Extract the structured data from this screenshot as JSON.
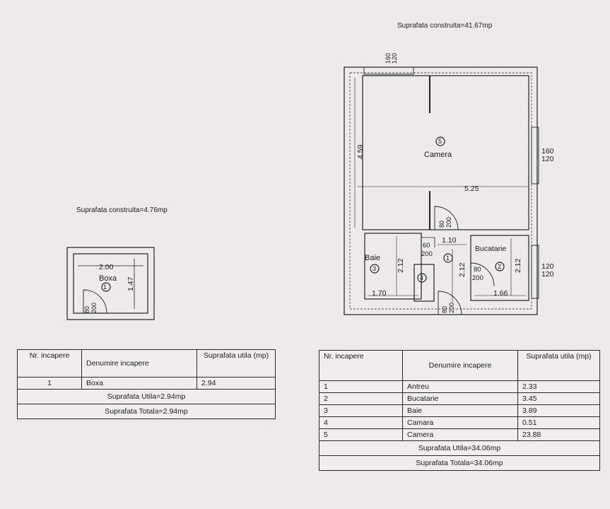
{
  "boxa": {
    "area_label": "Suprafata construita=4.76mp",
    "width_dim": "2.00",
    "height_dim": "1.47",
    "name": "Boxa",
    "number": "1",
    "door_w": "80",
    "door_h": "200"
  },
  "apartment": {
    "area_label": "Suprafata construita=41.67mp",
    "top_window": [
      "160",
      "120"
    ],
    "right_window_1": [
      "160",
      "120"
    ],
    "right_window_2": [
      "120",
      "120"
    ],
    "camera": {
      "number": "5",
      "name": "Camera",
      "width_dim": "5.25",
      "height_dim": "4.59"
    },
    "camera_door": [
      "80",
      "200"
    ],
    "antreu": {
      "number": "1",
      "width_dim": "1.10",
      "height_dim": "2.12"
    },
    "baie": {
      "number": "3",
      "name": "Baie",
      "width_dim": "1.70",
      "height_dim": "2.12",
      "door": [
        "60",
        "200"
      ]
    },
    "camara": {
      "number": "4"
    },
    "bucatarie": {
      "number": "2",
      "name": "Bucatarie",
      "width_dim": "1.66",
      "height_dim": "2.12",
      "door": [
        "80",
        "200"
      ]
    },
    "entry_door": [
      "80",
      "200"
    ]
  },
  "table_left": {
    "headers": [
      "Nr. incapere",
      "Denumire incapere",
      "Suprafata utila (mp)"
    ],
    "rows": [
      {
        "nr": "1",
        "name": "Boxa",
        "area": "2.94"
      }
    ],
    "utila": "Suprafata Utila=2.94mp",
    "totala": "Suprafata Totala=2.94mp"
  },
  "table_right": {
    "headers": [
      "Nr. incapere",
      "Denumire incapere",
      "Suprafata utila (mp)"
    ],
    "rows": [
      {
        "nr": "1",
        "name": "Antreu",
        "area": "2.33"
      },
      {
        "nr": "2",
        "name": "Bucatarie",
        "area": "3.45"
      },
      {
        "nr": "3",
        "name": "Baie",
        "area": "3.89"
      },
      {
        "nr": "4",
        "name": "Camara",
        "area": "0.51"
      },
      {
        "nr": "5",
        "name": "Camera",
        "area": "23.88"
      }
    ],
    "utila": "Suprafata Utila=34.06mp",
    "totala": "Suprafata Totala=34.06mp"
  }
}
